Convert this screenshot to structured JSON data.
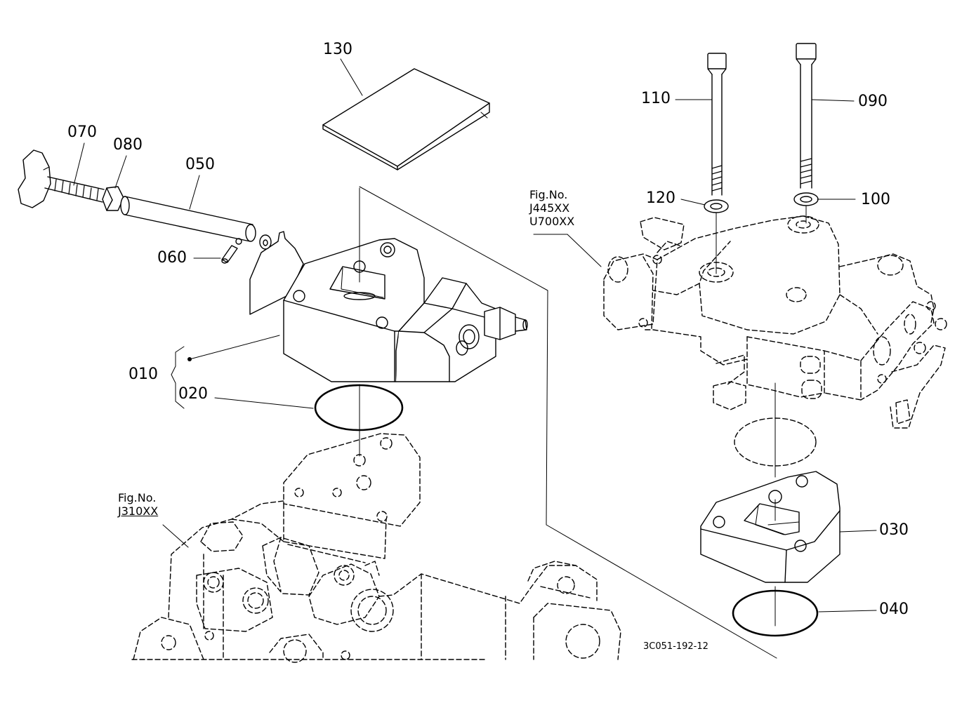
{
  "callouts": {
    "p130": "130",
    "p070": "070",
    "p080": "080",
    "p050": "050",
    "p060": "060",
    "p010": "010",
    "p020": "020",
    "p110": "110",
    "p090": "090",
    "p120": "120",
    "p100": "100",
    "p030": "030",
    "p040": "040"
  },
  "figure_refs": {
    "right": {
      "title": "Fig.No.",
      "line1": "J445XX",
      "line2": "U700XX"
    },
    "left": {
      "title": "Fig.No.",
      "line1": "J310XX"
    }
  },
  "drawing_code": "3C051-192-12"
}
